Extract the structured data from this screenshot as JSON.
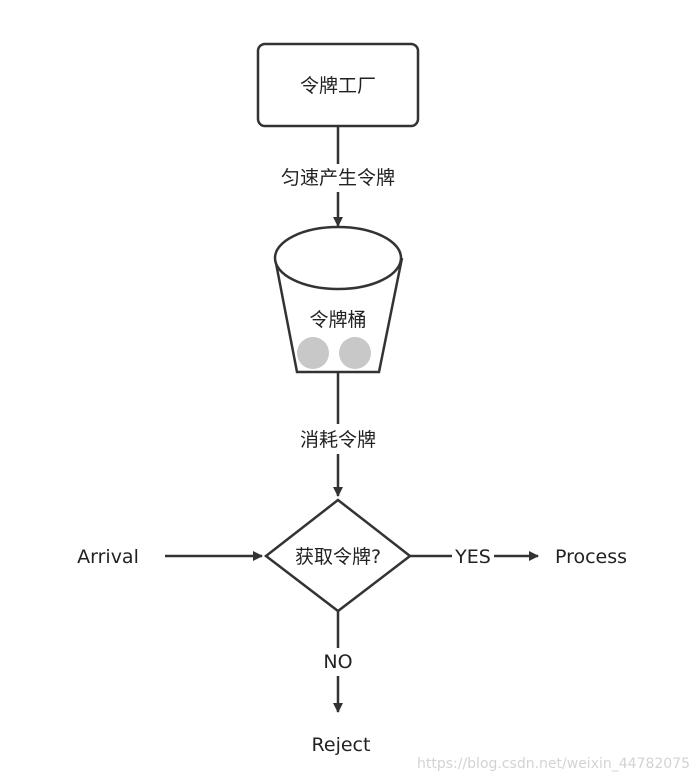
{
  "diagram": {
    "factory_label": "令牌工厂",
    "edge_generate_label": "匀速产生令牌",
    "bucket_label": "令牌桶",
    "edge_consume_label": "消耗令牌",
    "decision_label": "获取令牌?",
    "arrival_label": "Arrival",
    "yes_label": "YES",
    "process_label": "Process",
    "no_label": "NO",
    "reject_label": "Reject",
    "watermark": "https://blog.csdn.net/weixin_44782075"
  },
  "colors": {
    "stroke": "#333333",
    "text": "#222222",
    "token": "#c8c8c8",
    "watermark": "#d3d3d3"
  },
  "icons": {
    "token": "token-circle",
    "arrow": "arrow-head"
  }
}
